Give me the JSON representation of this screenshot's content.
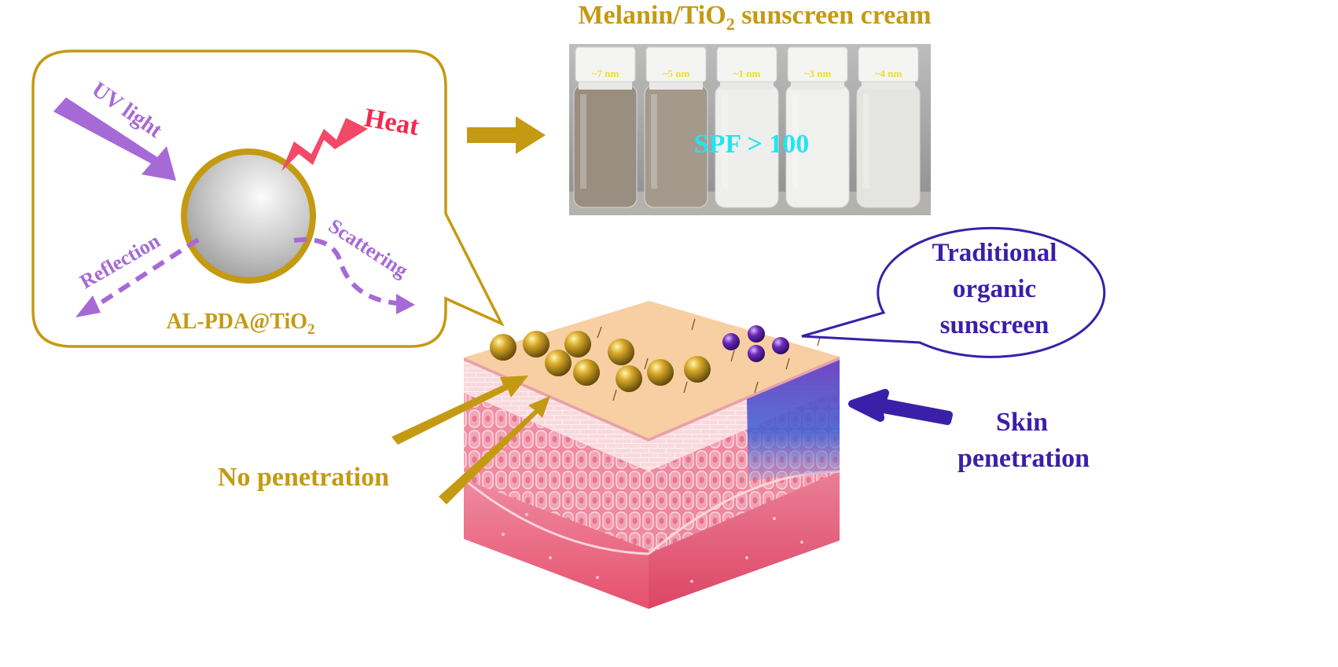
{
  "title": {
    "prefix": "Melanin/TiO",
    "subscript": "2",
    "suffix": " sunscreen cream"
  },
  "inset": {
    "uv_label": "UV light",
    "heat_label": "Heat",
    "reflection_label": "Reflection",
    "scattering_label": "Scattering",
    "particle_label_prefix": "AL-PDA@TiO",
    "particle_label_sub": "2"
  },
  "photo": {
    "vial_labels": [
      "~7 nm",
      "~5 nm",
      "~1 nm",
      "~3 nm",
      "~4 nm"
    ],
    "vial_colors": [
      "#9a8e80",
      "#a39a8c",
      "#eeeeec",
      "#f0f0ee",
      "#e4e4e0"
    ],
    "spf_label": "SPF > 100"
  },
  "callout": {
    "line1": "Traditional",
    "line2": "organic",
    "line3": "sunscreen"
  },
  "labels": {
    "no_penetration": "No penetration",
    "skin_penetration_1": "Skin",
    "skin_penetration_2": "penetration"
  },
  "colors": {
    "gold": "#c49a12",
    "purple_text": "#3a1fa8",
    "violet": "#a66ad6",
    "heat_red": "#f02a4c",
    "spf_cyan": "#22e4f0",
    "skin_pink": "#ee7e96"
  }
}
